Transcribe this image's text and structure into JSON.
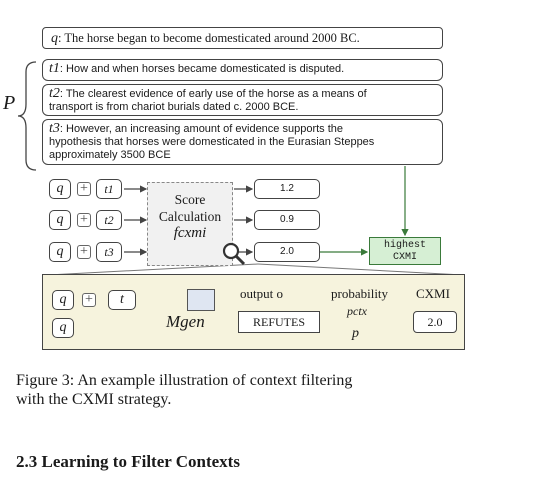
{
  "q_line": "The horse began to become domesticated around 2000 BC.",
  "q_letter": "q",
  "p_label": "P",
  "t1": {
    "label": "t1",
    "text": "How and when horses became domesticated is disputed."
  },
  "t2": {
    "label": "t2",
    "text_line1": "The clearest evidence of early use of the horse as a means of",
    "text_line2": "transport is from chariot burials dated c. 2000 BCE."
  },
  "t3": {
    "label": "t3",
    "text_line1": "However, an increasing amount of evidence supports the",
    "text_line2": "hypothesis that horses were domesticated in the Eurasian Steppes",
    "text_line3": "approximately 3500 BCE"
  },
  "rows": [
    {
      "t": "t1",
      "value": "1.2"
    },
    {
      "t": "t2",
      "value": "0.9"
    },
    {
      "t": "t3",
      "value": "2.0"
    }
  ],
  "score": {
    "line1": "Score",
    "line2": "Calculation",
    "func": "fcxmi"
  },
  "highest": {
    "line1": "highest",
    "line2": "CXMI"
  },
  "bottom": {
    "q": "q",
    "t": "t",
    "mgen": "Mgen",
    "output_label": "output o",
    "prob_label": "probability",
    "cxmi_label": "CXMI",
    "refutes": "REFUTES",
    "pctx": "pctx",
    "p": "p",
    "cxmi_value": "2.0"
  },
  "caption_line1": "Figure 3:  An example illustration of context filtering",
  "caption_line2": "with the CXMI strategy.",
  "section": "2.3   Learning to Filter Contexts"
}
